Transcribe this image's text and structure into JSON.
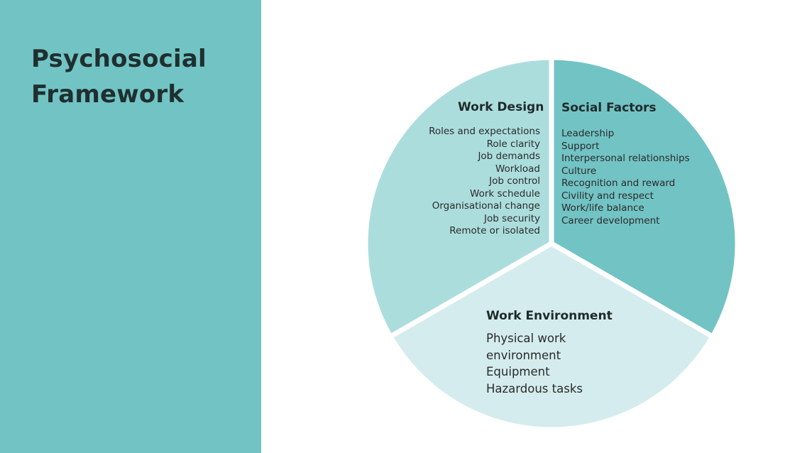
{
  "title": {
    "line1": "Psychosocial",
    "line2": "Framework"
  },
  "colors": {
    "panel": "#72c3c4",
    "work_design": "#acdddd",
    "social_factors": "#72c3c4",
    "work_environment": "#d4eced",
    "separator": "#ffffff",
    "text": "#1f2a2a"
  },
  "segments": {
    "work_design": {
      "title": "Work Design",
      "items": [
        "Roles and expectations",
        "Role clarity",
        "Job demands",
        "Workload",
        "Job control",
        "Work schedule",
        "Organisational change",
        "Job security",
        "Remote or isolated"
      ]
    },
    "social_factors": {
      "title": "Social Factors",
      "items": [
        "Leadership",
        "Support",
        "Interpersonal relationships",
        "Culture",
        "Recognition and reward",
        "Civility and respect",
        "Work/life balance",
        "Career development"
      ]
    },
    "work_environment": {
      "title": "Work Environment",
      "items": [
        "Physical work environment",
        "Equipment",
        "Hazardous tasks"
      ]
    }
  }
}
